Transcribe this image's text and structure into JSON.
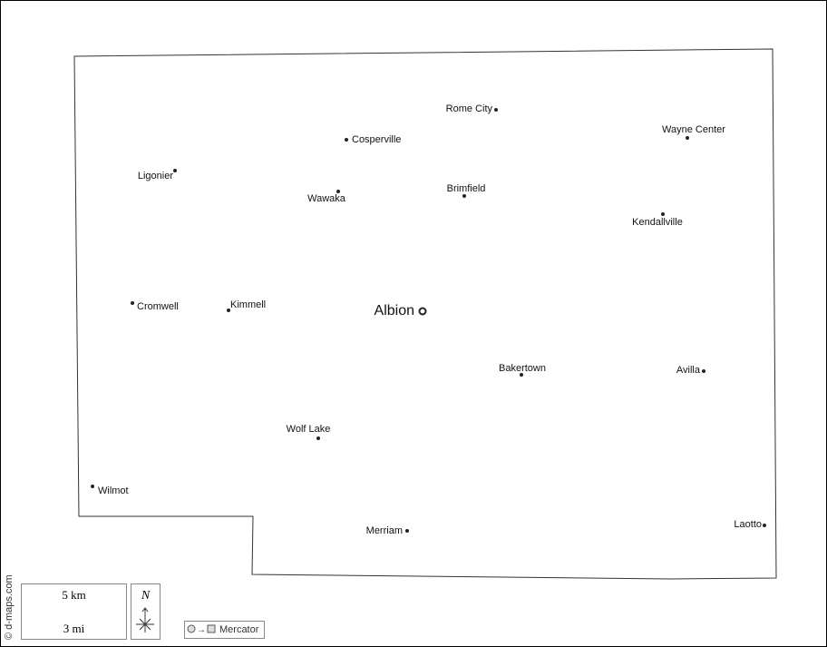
{
  "map": {
    "capital": {
      "name": "Albion"
    },
    "towns": [
      "Rome City",
      "Cosperville",
      "Wayne Center",
      "Ligonier",
      "Wawaka",
      "Brimfield",
      "Kendallville",
      "Cromwell",
      "Kimmell",
      "Bakertown",
      "Avilla",
      "Wolf Lake",
      "Wilmot",
      "Merriam",
      "Laotto"
    ]
  },
  "scale": {
    "km_label": "5 km",
    "mi_label": "3 mi"
  },
  "compass": {
    "north_label": "N"
  },
  "projection": {
    "label": "Mercator"
  },
  "credit": "© d-maps.com"
}
